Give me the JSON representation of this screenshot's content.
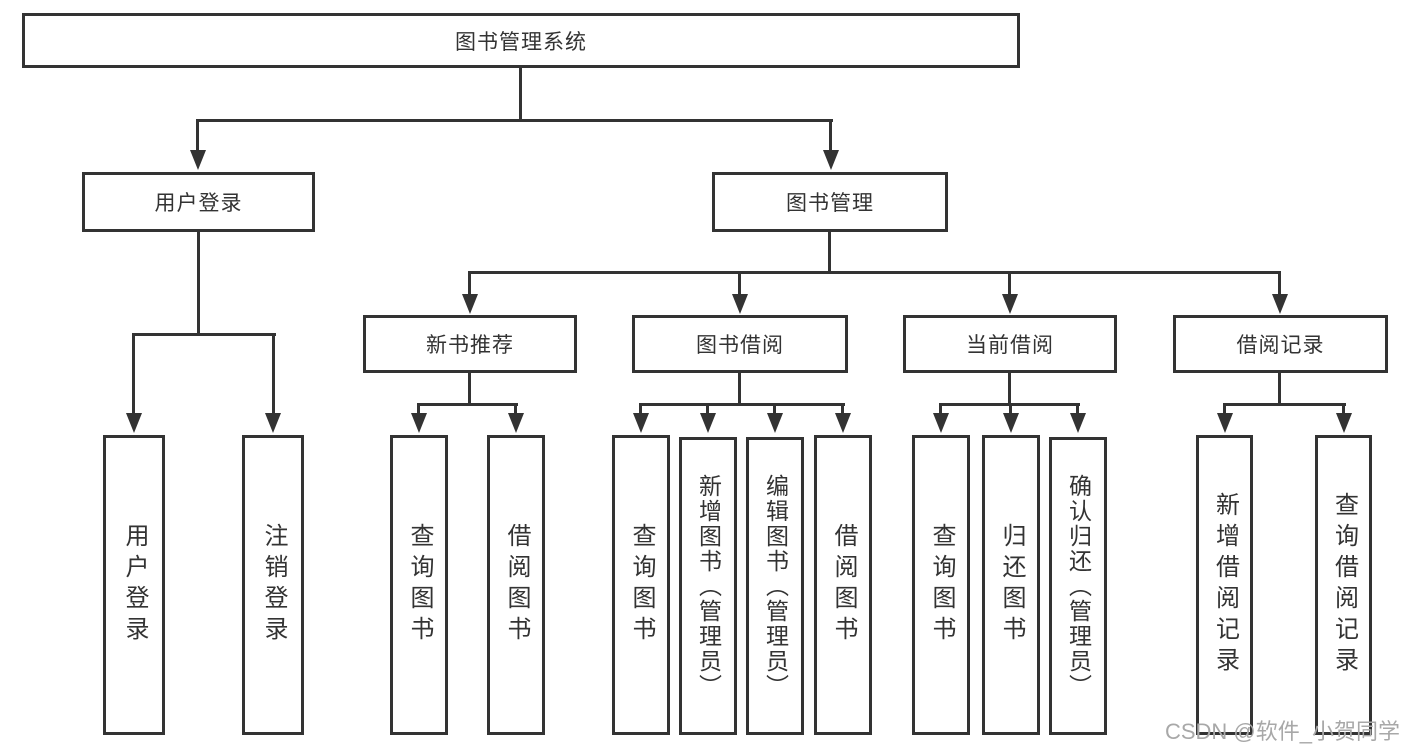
{
  "nodes": {
    "root": {
      "label": "图书管理系统"
    },
    "login": {
      "label": "用户登录",
      "children": [
        {
          "label": "用户登录"
        },
        {
          "label": "注销登录"
        }
      ]
    },
    "mgmt": {
      "label": "图书管理",
      "children": [
        {
          "label": "新书推荐",
          "children": [
            {
              "label": "查询图书"
            },
            {
              "label": "借阅图书"
            }
          ]
        },
        {
          "label": "图书借阅",
          "children": [
            {
              "label": "查询图书"
            },
            {
              "label": "新增图书（管理员）"
            },
            {
              "label": "编辑图书（管理员）"
            },
            {
              "label": "借阅图书"
            }
          ]
        },
        {
          "label": "当前借阅",
          "children": [
            {
              "label": "查询图书"
            },
            {
              "label": "归还图书"
            },
            {
              "label": "确认归还（管理员）"
            }
          ]
        },
        {
          "label": "借阅记录",
          "children": [
            {
              "label": "新增借阅记录"
            },
            {
              "label": "查询借阅记录"
            }
          ]
        }
      ]
    }
  },
  "watermark": "CSDN @软件_小贺同学",
  "colors": {
    "line": "#333333",
    "text": "#333333",
    "watermark": "#a8a8a8",
    "background": "#ffffff"
  }
}
